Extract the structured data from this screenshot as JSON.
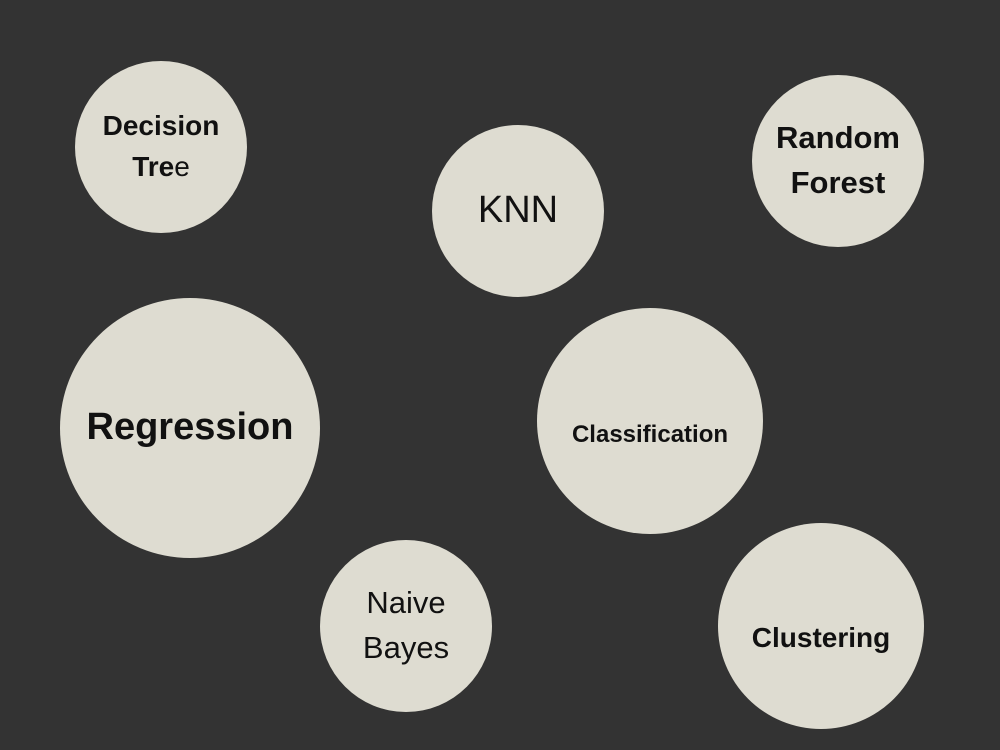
{
  "diagram": {
    "background_color": "#333333",
    "bubble_color": "#dedcd1",
    "text_color": "#111111",
    "nodes": [
      {
        "id": "decision-tree",
        "line1": "Decision",
        "line2_bold": "Tre",
        "line2_regular": "e"
      },
      {
        "id": "knn",
        "label": "KNN"
      },
      {
        "id": "random-forest",
        "line1": "Random",
        "line2": "Forest"
      },
      {
        "id": "regression",
        "label": "Regression"
      },
      {
        "id": "classification",
        "label": "Classification"
      },
      {
        "id": "naive-bayes",
        "line1": "Naive",
        "line2": "Bayes"
      },
      {
        "id": "clustering",
        "label": "Clustering"
      }
    ]
  }
}
